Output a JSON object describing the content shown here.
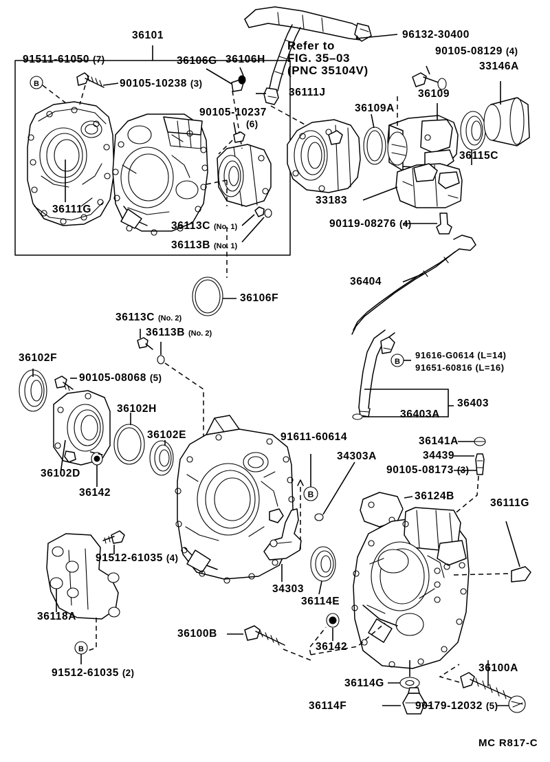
{
  "diagram": {
    "title_part": "36101",
    "sheet_code": "MC R817-C",
    "reference_note": {
      "line1": "Refer to",
      "line2": "FIG. 35–03",
      "line3": "(PNC 35104V)"
    }
  },
  "labels": {
    "p36101": "36101",
    "p91511_61050": "91511-61050",
    "q91511_61050": "(7)",
    "p90105_10238": "90105-10238",
    "q90105_10238": "(3)",
    "p36106G": "36106G",
    "p36106H": "36106H",
    "p90105_10237": "90105-10237",
    "q90105_10237": "(6)",
    "p36111G_top": "36111G",
    "p36113C_no1": "36113C",
    "s36113C_no1": "(No. 1)",
    "p36113B_no1": "36113B",
    "s36113B_no1": "(No. 1)",
    "p96132_30400": "96132-30400",
    "p90105_08129": "90105-08129",
    "q90105_08129": "(4)",
    "p33146A": "33146A",
    "p36111J": "36111J",
    "p36109": "36109",
    "p36109A": "36109A",
    "p36115C": "36115C",
    "p33183": "33183",
    "p90119_08276": "90119-08276",
    "q90119_08276": "(4)",
    "p36404": "36404",
    "p91616_G0614": "91616-G0614 (L=14)",
    "p91651_60816": "91651-60816 (L=16)",
    "p36403": "36403",
    "p36403A": "36403A",
    "p36106F": "36106F",
    "p36113C_no2": "36113C",
    "s36113C_no2": "(No. 2)",
    "p36113B_no2": "36113B",
    "s36113B_no2": "(No. 2)",
    "p36102F": "36102F",
    "p90105_08068": "90105-08068",
    "q90105_08068": "(5)",
    "p36102H": "36102H",
    "p36102E": "36102E",
    "p36102D": "36102D",
    "p36142_left": "36142",
    "p91512_61035_4": "91512-61035",
    "q91512_61035_4": "(4)",
    "p36118A": "36118A",
    "p91512_61035_2": "91512-61035",
    "q91512_61035_2": "(2)",
    "p91611_60614": "91611-60614",
    "p34303A": "34303A",
    "p34303": "34303",
    "p36114E": "36114E",
    "p36100B": "36100B",
    "p36142_mid": "36142",
    "p36141A": "36141A",
    "p34439": "34439",
    "p90105_08173": "90105-08173",
    "q90105_08173": "(3)",
    "p36124B": "36124B",
    "p36111G_bottom": "36111G",
    "p36114G": "36114G",
    "p36114F": "36114F",
    "p90179_12032": "90179-12032",
    "q90179_12032": "(5)",
    "p36100A": "36100A",
    "p_mc_code": "MC R817-C"
  }
}
